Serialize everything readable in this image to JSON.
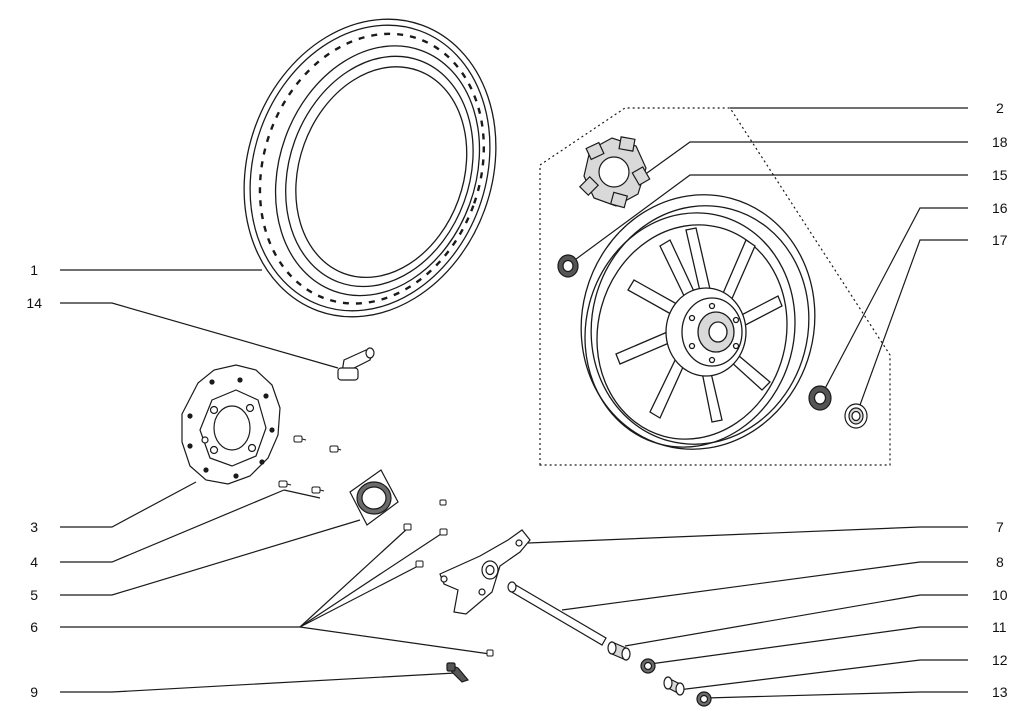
{
  "colors": {
    "line": "#1a1a1a",
    "part_fill": "#ffffff",
    "part_shade": "#d9d9d9",
    "dark_part": "#555555",
    "background": "#ffffff"
  },
  "callouts": {
    "left": [
      {
        "number": "1",
        "part": "tire"
      },
      {
        "number": "14",
        "part": "valve-stem"
      },
      {
        "number": "3",
        "part": "brake-disc"
      },
      {
        "number": "4",
        "part": "disc-bolt"
      },
      {
        "number": "5",
        "part": "sprocket-carrier"
      },
      {
        "number": "6",
        "part": "bolts"
      },
      {
        "number": "9",
        "part": "adjuster-bolt"
      }
    ],
    "right": [
      {
        "number": "2",
        "part": "wheel-assembly"
      },
      {
        "number": "18",
        "part": "cush-drive-rubber"
      },
      {
        "number": "15",
        "part": "bearing"
      },
      {
        "number": "16",
        "part": "bearing"
      },
      {
        "number": "17",
        "part": "oil-seal"
      },
      {
        "number": "7",
        "part": "caliper-bracket"
      },
      {
        "number": "8",
        "part": "axle"
      },
      {
        "number": "10",
        "part": "spacer"
      },
      {
        "number": "11",
        "part": "collar"
      },
      {
        "number": "12",
        "part": "washer"
      },
      {
        "number": "13",
        "part": "axle-nut"
      }
    ]
  }
}
